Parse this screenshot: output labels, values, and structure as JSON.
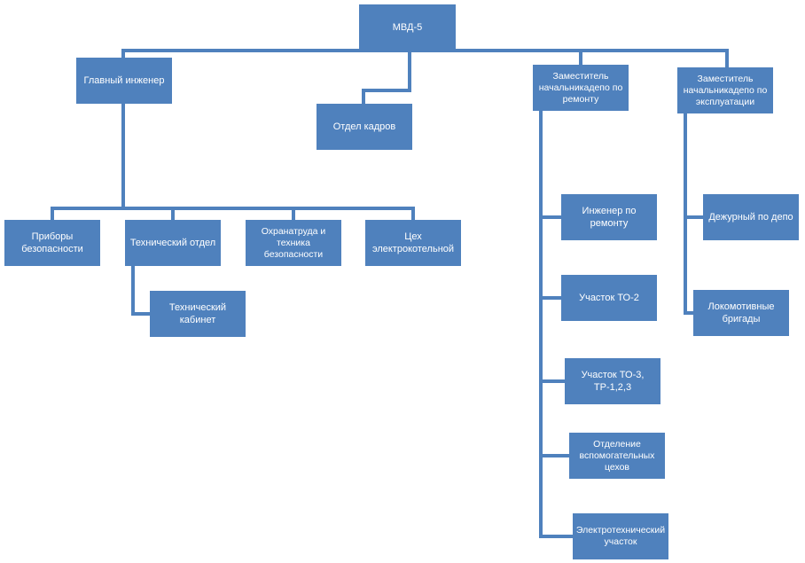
{
  "colors": {
    "node_fill": "#4f81bd",
    "connector": "#4f81bd",
    "text": "#ffffff"
  },
  "nodes": {
    "root": "МВД-5",
    "chief_engineer": "Главный инженер",
    "hr": "Отдел кадров",
    "deputy_repair": "Заместитель\nначальникадепо по\nремонту",
    "deputy_ops": "Заместитель\nначальникадепо по\nэксплуатации",
    "safety_devices": "Приборы\nбезопасности",
    "tech_dept": "Технический отдел",
    "labor_safety": "Охранатруда и\nтехника\nбезопасности",
    "electroboiler": "Цех\nэлектрокотельной",
    "tech_cabinet": "Технический\nкабинет",
    "repair_engineer": "Инженер по\nремонту",
    "to2": "Участок ТО-2",
    "to3": "Участок ТО-3,\nТР-1,2,3",
    "aux_shops": "Отделение\nвспомогательных\nцехов",
    "electrotech": "Электротехнический\nучасток",
    "duty_officer": "Дежурный по депо",
    "loco_crews": "Локомотивные\nбригады"
  }
}
